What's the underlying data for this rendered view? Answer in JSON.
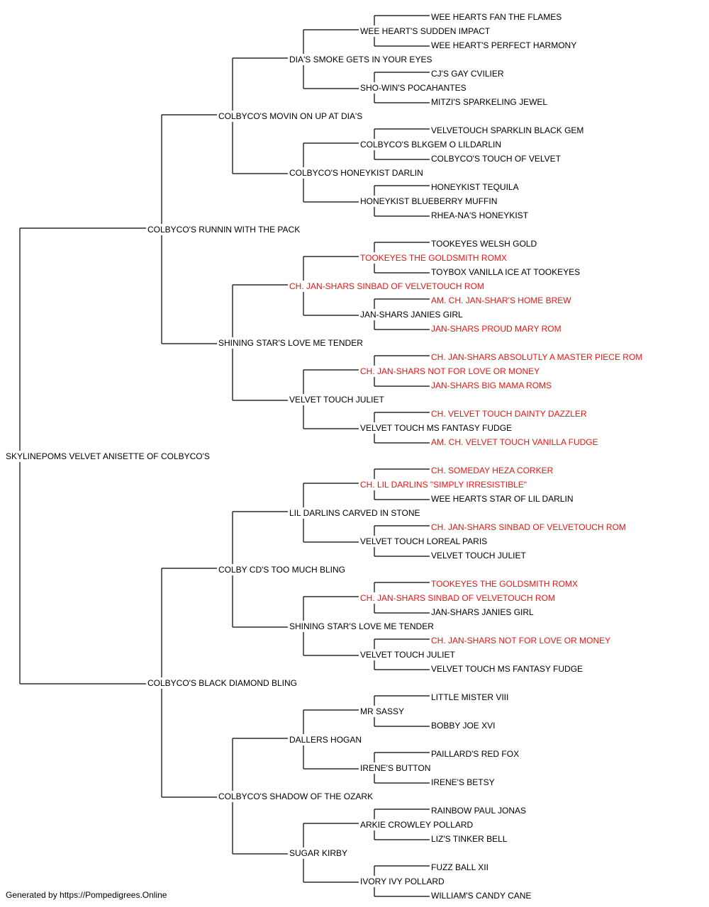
{
  "colors": {
    "normal": "#000000",
    "champion": "#ee1111",
    "line": "#000000"
  },
  "pedigree": {
    "name": "SKYLINEPOMS VELVET ANISETTE OF COLBYCO'S",
    "red": false,
    "sire": {
      "name": "COLBYCO'S RUNNIN WITH THE PACK",
      "red": false,
      "sire": {
        "name": "COLBYCO'S MOVIN ON UP AT DIA'S",
        "red": false,
        "sire": {
          "name": "DIA'S SMOKE GETS IN YOUR EYES",
          "red": false,
          "sire": {
            "name": "WEE HEART'S SUDDEN IMPACT",
            "red": false,
            "sire": {
              "name": "WEE HEARTS FAN THE FLAMES",
              "red": false
            },
            "dam": {
              "name": "WEE HEART'S PERFECT HARMONY",
              "red": false
            }
          },
          "dam": {
            "name": "SHO-WIN'S POCAHANTES",
            "red": false,
            "sire": {
              "name": "CJ'S GAY CVILIER",
              "red": false
            },
            "dam": {
              "name": "MITZI'S SPARKELING JEWEL",
              "red": false
            }
          }
        },
        "dam": {
          "name": "COLBYCO'S HONEYKIST DARLIN",
          "red": false,
          "sire": {
            "name": "COLBYCO'S BLKGEM O LILDARLIN",
            "red": false,
            "sire": {
              "name": "VELVETOUCH SPARKLIN BLACK GEM",
              "red": false
            },
            "dam": {
              "name": "COLBYCO'S TOUCH OF VELVET",
              "red": false
            }
          },
          "dam": {
            "name": "HONEYKIST BLUEBERRY MUFFIN",
            "red": false,
            "sire": {
              "name": "HONEYKIST TEQUILA",
              "red": false
            },
            "dam": {
              "name": "RHEA-NA'S HONEYKIST",
              "red": false
            }
          }
        }
      },
      "dam": {
        "name": "SHINING STAR'S LOVE ME TENDER",
        "red": false,
        "sire": {
          "name": "CH. JAN-SHARS SINBAD OF VELVETOUCH ROM",
          "red": true,
          "sire": {
            "name": "TOOKEYES THE GOLDSMITH ROMX",
            "red": true,
            "sire": {
              "name": "TOOKEYES WELSH GOLD",
              "red": false
            },
            "dam": {
              "name": "TOYBOX VANILLA ICE AT TOOKEYES",
              "red": false
            }
          },
          "dam": {
            "name": "JAN-SHARS JANIES GIRL",
            "red": false,
            "sire": {
              "name": "AM. CH. JAN-SHAR'S HOME BREW",
              "red": true
            },
            "dam": {
              "name": "JAN-SHARS PROUD MARY ROM",
              "red": true
            }
          }
        },
        "dam": {
          "name": "VELVET TOUCH JULIET",
          "red": false,
          "sire": {
            "name": "CH. JAN-SHARS NOT FOR LOVE OR MONEY",
            "red": true,
            "sire": {
              "name": "CH. JAN-SHARS ABSOLUTLY A MASTER PIECE ROM",
              "red": true
            },
            "dam": {
              "name": "JAN-SHARS BIG MAMA ROMS",
              "red": true
            }
          },
          "dam": {
            "name": "VELVET TOUCH MS FANTASY FUDGE",
            "red": false,
            "sire": {
              "name": "CH. VELVET TOUCH DAINTY DAZZLER",
              "red": true
            },
            "dam": {
              "name": "AM. CH. VELVET TOUCH VANILLA FUDGE",
              "red": true
            }
          }
        }
      }
    },
    "dam": {
      "name": "COLBYCO'S BLACK DIAMOND BLING",
      "red": false,
      "sire": {
        "name": "COLBY CD'S TOO MUCH BLING",
        "red": false,
        "sire": {
          "name": "LIL DARLINS CARVED IN STONE",
          "red": false,
          "sire": {
            "name": "CH. LIL DARLINS \"SIMPLY IRRESISTIBLE\"",
            "red": true,
            "sire": {
              "name": "CH. SOMEDAY HEZA CORKER",
              "red": true
            },
            "dam": {
              "name": "WEE HEARTS STAR OF LIL DARLIN",
              "red": false
            }
          },
          "dam": {
            "name": "VELVET TOUCH LOREAL PARIS",
            "red": false,
            "sire": {
              "name": "CH. JAN-SHARS SINBAD OF VELVETOUCH ROM",
              "red": true
            },
            "dam": {
              "name": "VELVET TOUCH JULIET",
              "red": false
            }
          }
        },
        "dam": {
          "name": "SHINING STAR'S LOVE ME TENDER",
          "red": false,
          "sire": {
            "name": "CH. JAN-SHARS SINBAD OF VELVETOUCH ROM",
            "red": true,
            "sire": {
              "name": "TOOKEYES THE GOLDSMITH ROMX",
              "red": true
            },
            "dam": {
              "name": "JAN-SHARS JANIES GIRL",
              "red": false
            }
          },
          "dam": {
            "name": "VELVET TOUCH JULIET",
            "red": false,
            "sire": {
              "name": "CH. JAN-SHARS NOT FOR LOVE OR MONEY",
              "red": true
            },
            "dam": {
              "name": "VELVET TOUCH MS FANTASY FUDGE",
              "red": false
            }
          }
        }
      },
      "dam": {
        "name": "COLBYCO'S SHADOW OF THE OZARK",
        "red": false,
        "sire": {
          "name": "DALLERS HOGAN",
          "red": false,
          "sire": {
            "name": "MR SASSY",
            "red": false,
            "sire": {
              "name": "LITTLE MISTER VIII",
              "red": false
            },
            "dam": {
              "name": "BOBBY JOE XVI",
              "red": false
            }
          },
          "dam": {
            "name": "IRENE'S BUTTON",
            "red": false,
            "sire": {
              "name": "PAILLARD'S RED FOX",
              "red": false
            },
            "dam": {
              "name": "IRENE'S BETSY",
              "red": false
            }
          }
        },
        "dam": {
          "name": "SUGAR KIRBY",
          "red": false,
          "sire": {
            "name": "ARKIE CROWLEY POLLARD",
            "red": false,
            "sire": {
              "name": "RAINBOW PAUL JONAS",
              "red": false
            },
            "dam": {
              "name": "LIZ'S TINKER BELL",
              "red": false
            }
          },
          "dam": {
            "name": "IVORY IVY POLLARD",
            "red": false,
            "sire": {
              "name": "FUZZ BALL XII",
              "red": false
            },
            "dam": {
              "name": "WILLIAM'S CANDY CANE",
              "red": false
            }
          }
        }
      }
    }
  },
  "footer": "Generated by https://Pompedigrees.Online"
}
